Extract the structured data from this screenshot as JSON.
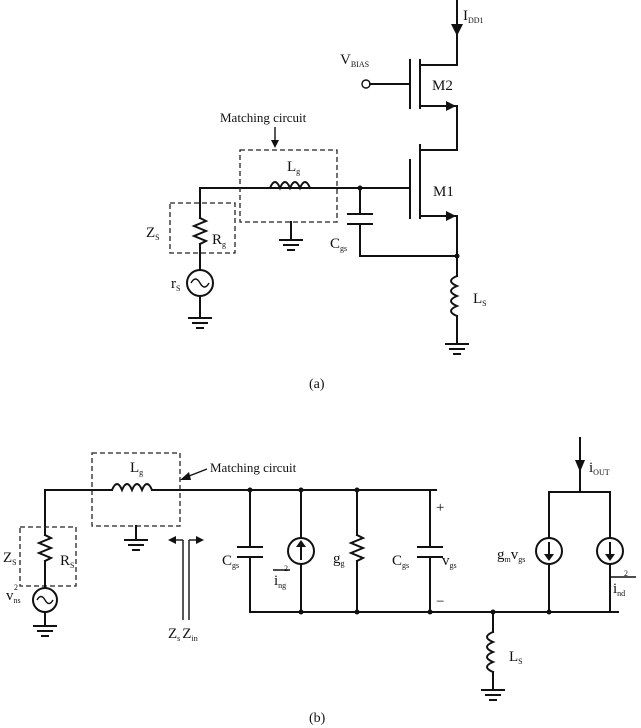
{
  "a": {
    "caption": "(a)",
    "idd": {
      "main": "I",
      "sub": "DD1"
    },
    "vbias": {
      "main": "V",
      "sub": "BIAS"
    },
    "m1": "M1",
    "m2": "M2",
    "matching": "Matching circuit",
    "lg": {
      "main": "L",
      "sub": "g"
    },
    "zs": {
      "main": "Z",
      "sub": "S"
    },
    "rg": {
      "main": "R",
      "sub": "g"
    },
    "rs": {
      "main": "r",
      "sub": "S"
    },
    "cgs": {
      "main": "C",
      "sub": "gs"
    },
    "ls": {
      "main": "L",
      "sub": "S"
    }
  },
  "b": {
    "caption": "(b)",
    "matching": "Matching circuit",
    "lg": {
      "main": "L",
      "sub": "g"
    },
    "zs": {
      "main": "Z",
      "sub": "S"
    },
    "rs": {
      "main": "R",
      "sub": "S"
    },
    "vns": {
      "main": "v",
      "sub": "ns",
      "sup": "2"
    },
    "zin": {
      "a": "Z",
      "a_sub": "s",
      "b": "Z",
      "b_sub": "in"
    },
    "cgs": {
      "main": "C",
      "sub": "gs"
    },
    "ing": {
      "main": "i",
      "sub": "ng",
      "sup": "2"
    },
    "gg": {
      "main": "g",
      "sub": "g"
    },
    "cgs2": {
      "main": "C",
      "sub": "gs"
    },
    "vgs": {
      "main": "v",
      "sub": "gs"
    },
    "plus": "+",
    "minus": "−",
    "gmvgs": {
      "g": "g",
      "g_sub": "m",
      "v": "v",
      "v_sub": "gs"
    },
    "iout": {
      "main": "i",
      "sub": "OUT"
    },
    "ind": {
      "main": "i",
      "sub": "nd",
      "sup": "2"
    },
    "ls": {
      "main": "L",
      "sub": "S"
    }
  }
}
